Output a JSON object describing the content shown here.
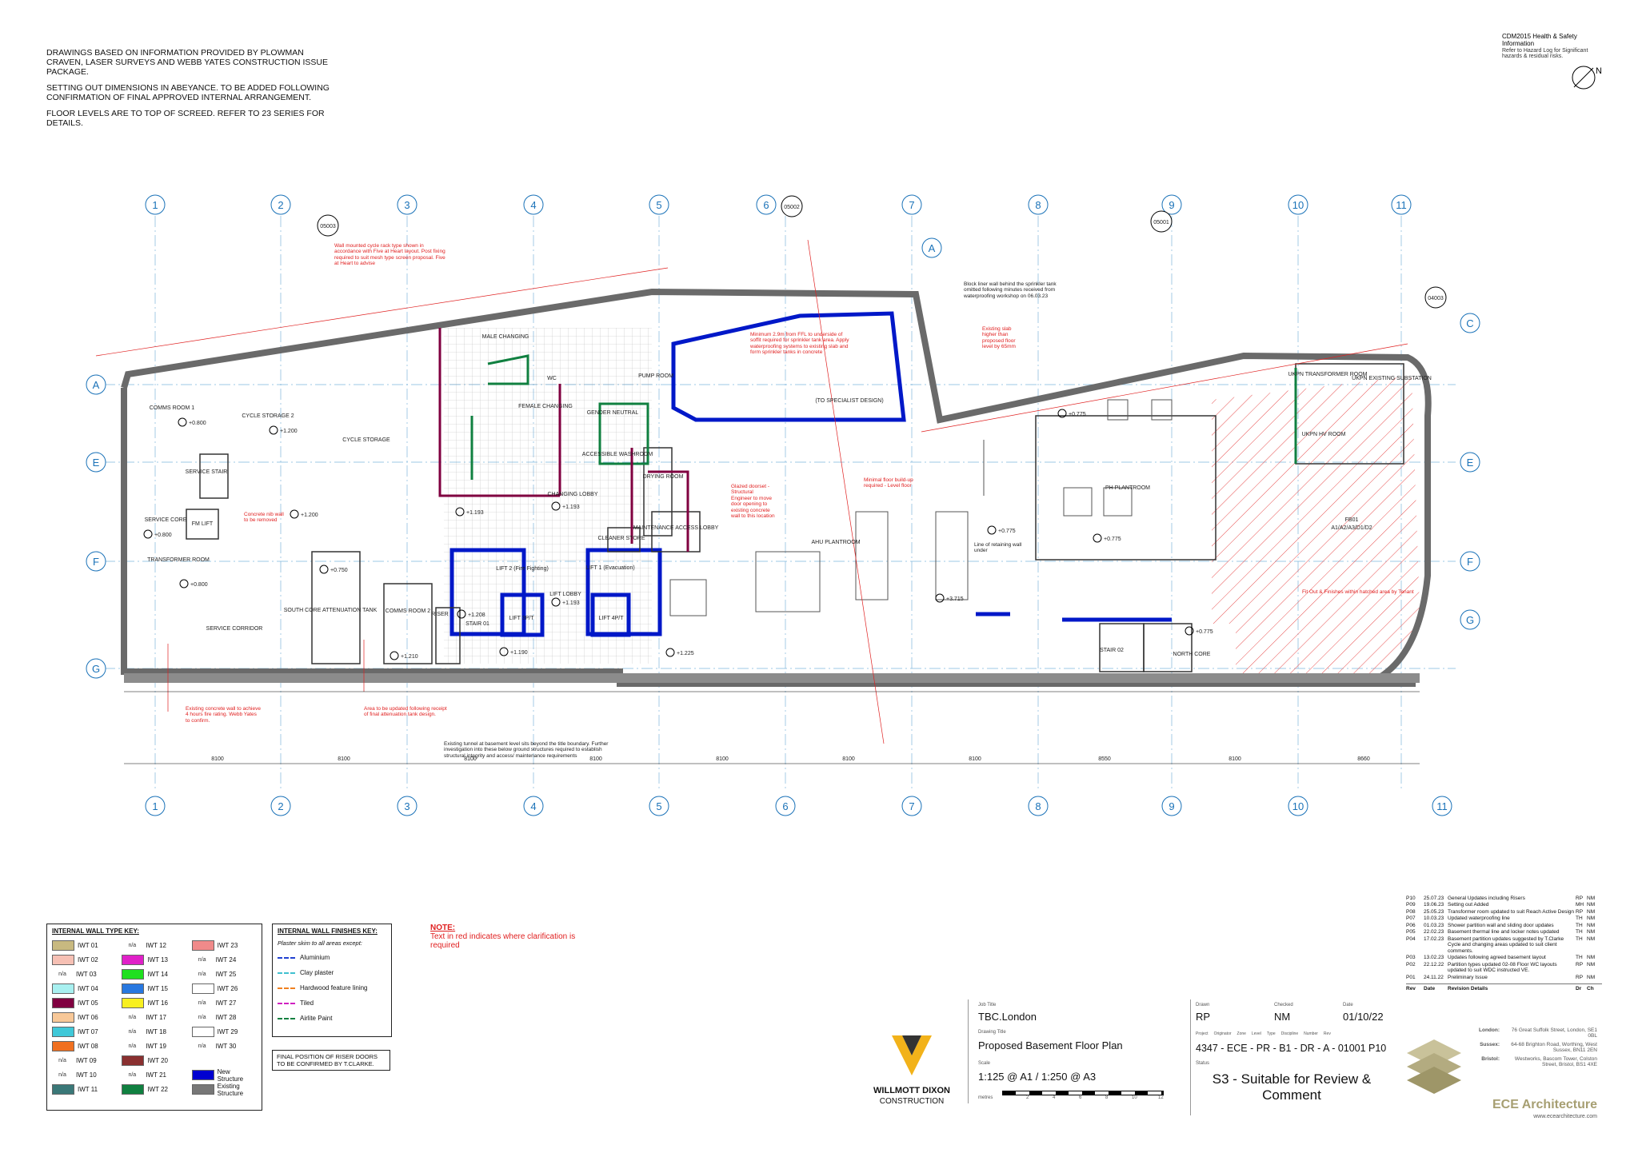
{
  "notes_top_left": [
    "DRAWINGS BASED ON INFORMATION PROVIDED BY PLOWMAN CRAVEN, LASER SURVEYS AND WEBB YATES CONSTRUCTION ISSUE PACKAGE.",
    "SETTING OUT DIMENSIONS IN ABEYANCE. TO BE ADDED FOLLOWING CONFIRMATION OF FINAL APPROVED INTERNAL ARRANGEMENT.",
    "FLOOR LEVELS ARE TO TOP OF SCREED. REFER TO 23 SERIES FOR DETAILS."
  ],
  "cdm": {
    "title": "CDM2015 Health & Safety Information",
    "body": "Refer to Hazard Log for Significant hazards & residual risks."
  },
  "grid": {
    "columns_top": [
      "1",
      "2",
      "3",
      "4",
      "5",
      "6",
      "7",
      "8",
      "9",
      "10",
      "11"
    ],
    "columns_bottom": [
      "1",
      "2",
      "3",
      "4",
      "5",
      "6",
      "7",
      "8",
      "9",
      "10",
      "11"
    ],
    "rows_left": [
      "A",
      "E",
      "F",
      "G"
    ],
    "rows_right": [
      "C",
      "E",
      "F",
      "G"
    ],
    "row_a_top": "A",
    "spacings_bottom": [
      "8100",
      "8100",
      "8100",
      "8100",
      "8100",
      "8100",
      "8100",
      "8550",
      "8100",
      "8660"
    ]
  },
  "rooms": {
    "comms1": "COMMS ROOM 1",
    "cycle2": "CYCLE STORAGE 2",
    "cycle": "CYCLE STORAGE",
    "male": "MALE CHANGING",
    "female": "FEMALE CHANGING",
    "wc": "WC",
    "gender": "GENDER NEUTRAL",
    "accessible": "ACCESSIBLE WASHROOM",
    "pump": "PUMP ROOM",
    "specialist": "(TO SPECIALIST DESIGN)",
    "service_stair": "SERVICE STAIR",
    "service_core": "SERVICE CORE",
    "fm_lift": "FM LIFT",
    "transformer": "TRANSFORMER ROOM",
    "service_corridor": "SERVICE CORRIDOR",
    "south_core": "SOUTH CORE ATTENUATION TANK",
    "comms2": "COMMS ROOM 2",
    "riser": "RISER",
    "stair01": "STAIR 01",
    "lift2": "LIFT 2 (Fire Fighting)",
    "lift3": "LIFT 3P/T",
    "lift_lobby": "LIFT LOBBY",
    "lift1": "LIFT 1 (Evacuation)",
    "lift4": "LIFT 4P/T",
    "changing_lobby": "CHANGING LOBBY",
    "cleaner": "CLEANER STORE",
    "drying": "DRYING ROOM",
    "maint": "MAINTENANCE ACCESS LOBBY",
    "ahu": "AHU PLANTROOM",
    "ph": "PH PLANTROOM",
    "stair02": "STAIR 02",
    "north_core": "NORTH CORE",
    "ukpn_tr": "UKPN TRANSFORMER ROOM",
    "ukpn_sub": "UKPN EXISTING SUBSTATION",
    "ukpn_hv": "UKPN HV ROOM",
    "fb01": "FB01",
    "fb01_sub": "A1/A2/A3/D1/D2"
  },
  "red_notes": {
    "n1": "Wall mounted cycle rack type shown in accordance with Five at Heart layout. Post fixing required to suit mesh type screen proposal. Five at Heart to advise",
    "n2": "Minimum 2.9m from FFL to underside of soffit required for sprinkler tank area. Apply waterproofing systems to existing slab and form sprinkler tanks in concrete",
    "n3": "Existing slab higher than proposed floor level by 65mm",
    "n4": "Concrete nib wall to be removed",
    "n5": "Glazed doorset - Structural Engineer to move door opening to existing concrete wall to this location",
    "n6": "Minimal floor build-up required - Level floor",
    "n7": "Existing concrete wall to achieve 4 hours fire rating. Webb Yates to confirm.",
    "n8": "Area to be updated following receipt of final attenuation tank design.",
    "n9": "Fit Out & Finishes within hatched area by Tenant"
  },
  "black_notes": {
    "b1": "Block liner wall behind the sprinkler tank omitted following minutes received from waterproofing workshop on 06.03.23",
    "b2": "Line of retaining wall under",
    "b3": "Existing tunnel at basement level sits beyond the title boundary. Further investigation into these below ground structures required to establish structural integrity and access/ maintenance requirements"
  },
  "levels": [
    "+0.800",
    "+1.200",
    "+1.200",
    "+0.800",
    "+0.800",
    "+0.750",
    "+1.210",
    "+1.208",
    "+1.193",
    "+1.193",
    "+1.190",
    "+1.225",
    "+0.775",
    "+0.775",
    "+0.775",
    "+3.715",
    "+0.775",
    "+1.193"
  ],
  "wall_key": {
    "title": "INTERNAL WALL TYPE KEY:",
    "items": [
      {
        "label": "IWT 01",
        "color": "#c8b980",
        "na": ""
      },
      {
        "label": "IWT 12",
        "color": "",
        "na": "n/a"
      },
      {
        "label": "IWT 23",
        "color": "#f08a8a",
        "na": ""
      },
      {
        "label": "IWT 02",
        "color": "#f6c0b4",
        "na": ""
      },
      {
        "label": "IWT 13",
        "color": "#e020c8",
        "na": ""
      },
      {
        "label": "IWT 24",
        "color": "",
        "na": "n/a"
      },
      {
        "label": "IWT 03",
        "color": "",
        "na": "n/a"
      },
      {
        "label": "IWT 14",
        "color": "#20e020",
        "na": ""
      },
      {
        "label": "IWT 25",
        "color": "",
        "na": "n/a"
      },
      {
        "label": "IWT 04",
        "color": "#a8f0f0",
        "na": ""
      },
      {
        "label": "IWT 15",
        "color": "#2878e0",
        "na": ""
      },
      {
        "label": "IWT 26",
        "color": "#ffffff",
        "na": ""
      },
      {
        "label": "IWT 05",
        "color": "#800040",
        "na": ""
      },
      {
        "label": "IWT 16",
        "color": "#f8f020",
        "na": ""
      },
      {
        "label": "IWT 27",
        "color": "",
        "na": "n/a"
      },
      {
        "label": "IWT 06",
        "color": "#f8c898",
        "na": ""
      },
      {
        "label": "IWT 17",
        "color": "",
        "na": "n/a"
      },
      {
        "label": "IWT 28",
        "color": "",
        "na": "n/a"
      },
      {
        "label": "IWT 07",
        "color": "#40c8d8",
        "na": ""
      },
      {
        "label": "IWT 18",
        "color": "",
        "na": "n/a"
      },
      {
        "label": "IWT 29",
        "color": "#ffffff",
        "na": ""
      },
      {
        "label": "IWT 08",
        "color": "#f07020",
        "na": ""
      },
      {
        "label": "IWT 19",
        "color": "",
        "na": "n/a"
      },
      {
        "label": "IWT 30",
        "color": "",
        "na": "n/a"
      },
      {
        "label": "IWT 09",
        "color": "",
        "na": "n/a"
      },
      {
        "label": "IWT 20",
        "color": "#8a3030",
        "na": ""
      },
      {
        "label": "",
        "color": "",
        "na": ""
      },
      {
        "label": "IWT 10",
        "color": "",
        "na": "n/a"
      },
      {
        "label": "IWT 21",
        "color": "",
        "na": "n/a"
      },
      {
        "label": "New Structure",
        "color": "#0000d0",
        "na": ""
      },
      {
        "label": "IWT 11",
        "color": "#3a7878",
        "na": ""
      },
      {
        "label": "IWT 22",
        "color": "#108040",
        "na": ""
      },
      {
        "label": "Existing Structure",
        "color": "#777777",
        "na": ""
      }
    ]
  },
  "finish_key": {
    "title": "INTERNAL WALL FINISHES KEY:",
    "subtitle": "Plaster skim to all areas except:",
    "items": [
      {
        "label": "Aluminium",
        "color": "#2040d0"
      },
      {
        "label": "Clay plaster",
        "color": "#40c0d0"
      },
      {
        "label": "Hardwood feature lining",
        "color": "#f08020"
      },
      {
        "label": "Tiled",
        "color": "#d020c0"
      },
      {
        "label": "Airlite Paint",
        "color": "#108040"
      }
    ]
  },
  "riser_note": "FINAL POSITION OF RISER DOORS TO BE CONFIRMED BY T.CLARKE.",
  "note_red": {
    "title": "NOTE:",
    "body": "Text in red indicates where clarification is required"
  },
  "title_block": {
    "client_logo_line1": "WILLMOTT DIXON",
    "client_logo_line2": "CONSTRUCTION",
    "job_title_label": "Job Title",
    "job_title": "TBC.London",
    "drawing_title_label": "Drawing Title",
    "drawing_title": "Proposed Basement Floor Plan",
    "scale_label": "Scale",
    "scale": "1:125 @ A1 / 1:250 @ A3",
    "scale_bar_unit": "metres",
    "scale_bar_ticks": [
      "2",
      "4",
      "6",
      "8",
      "10",
      "12"
    ],
    "drawn_label": "Drawn",
    "drawn": "RP",
    "checked_label": "Checked",
    "checked": "NM",
    "date_label": "Date",
    "date": "01/10/22",
    "number_labels": [
      "Project",
      "Originator",
      "Zone",
      "Level",
      "Type",
      "Discipline",
      "Number",
      "Rev"
    ],
    "number": "4347 - ECE - PR - B1 - DR - A - 01001",
    "rev": "P10",
    "status_label": "Status",
    "status": "S3 - Suitable for Review & Comment",
    "arch_name": "ECE Architecture",
    "arch_web": "www.ecearchitecture.com",
    "offices": [
      {
        "city": "London:",
        "addr": "76 Great Suffolk Street, London, SE1 0BL"
      },
      {
        "city": "Sussex:",
        "addr": "64-68 Brighton Road, Worthing, West Sussex, BN11 2EN"
      },
      {
        "city": "Bristol:",
        "addr": "Westworks, Bascom Tower, Colston Street, Bristol, BS1 4XE"
      }
    ]
  },
  "revisions": [
    {
      "rev": "P10",
      "date": "25.07.23",
      "desc": "General Updates including Risers",
      "dr": "RP",
      "ch": "NM"
    },
    {
      "rev": "P09",
      "date": "19.06.23",
      "desc": "Setting out Added",
      "dr": "MH",
      "ch": "NM"
    },
    {
      "rev": "P08",
      "date": "25.05.23",
      "desc": "Transformer room updated to suit Reach Active Design",
      "dr": "RP",
      "ch": "NM"
    },
    {
      "rev": "P07",
      "date": "10.03.23",
      "desc": "Updated waterproofing line",
      "dr": "TH",
      "ch": "NM"
    },
    {
      "rev": "P06",
      "date": "01.03.23",
      "desc": "Shower partition wall and sliding door updates",
      "dr": "TH",
      "ch": "NM"
    },
    {
      "rev": "P05",
      "date": "22.02.23",
      "desc": "Basement thermal line and locker notes updated",
      "dr": "TH",
      "ch": "NM"
    },
    {
      "rev": "P04",
      "date": "17.02.23",
      "desc": "Basement partition updates suggested by T.Clarke Cycle and changing areas updated to suit client comments.",
      "dr": "TH",
      "ch": "NM"
    },
    {
      "rev": "P03",
      "date": "13.02.23",
      "desc": "Updates following agreed basement layout",
      "dr": "TH",
      "ch": "NM"
    },
    {
      "rev": "P02",
      "date": "22.12.22",
      "desc": "Partition types updated 02-08 Floor WC layouts updated to suit WDC instructed VE.",
      "dr": "RP",
      "ch": "NM"
    },
    {
      "rev": "P01",
      "date": "24.11.22",
      "desc": "Preliminary Issue",
      "dr": "RP",
      "ch": "NM"
    }
  ],
  "rev_header": {
    "rev": "Rev",
    "date": "Date",
    "desc": "Revision Details",
    "dr": "Dr",
    "ch": "Ch"
  },
  "section_refs": [
    "05003",
    "05002",
    "05001",
    "04003"
  ]
}
